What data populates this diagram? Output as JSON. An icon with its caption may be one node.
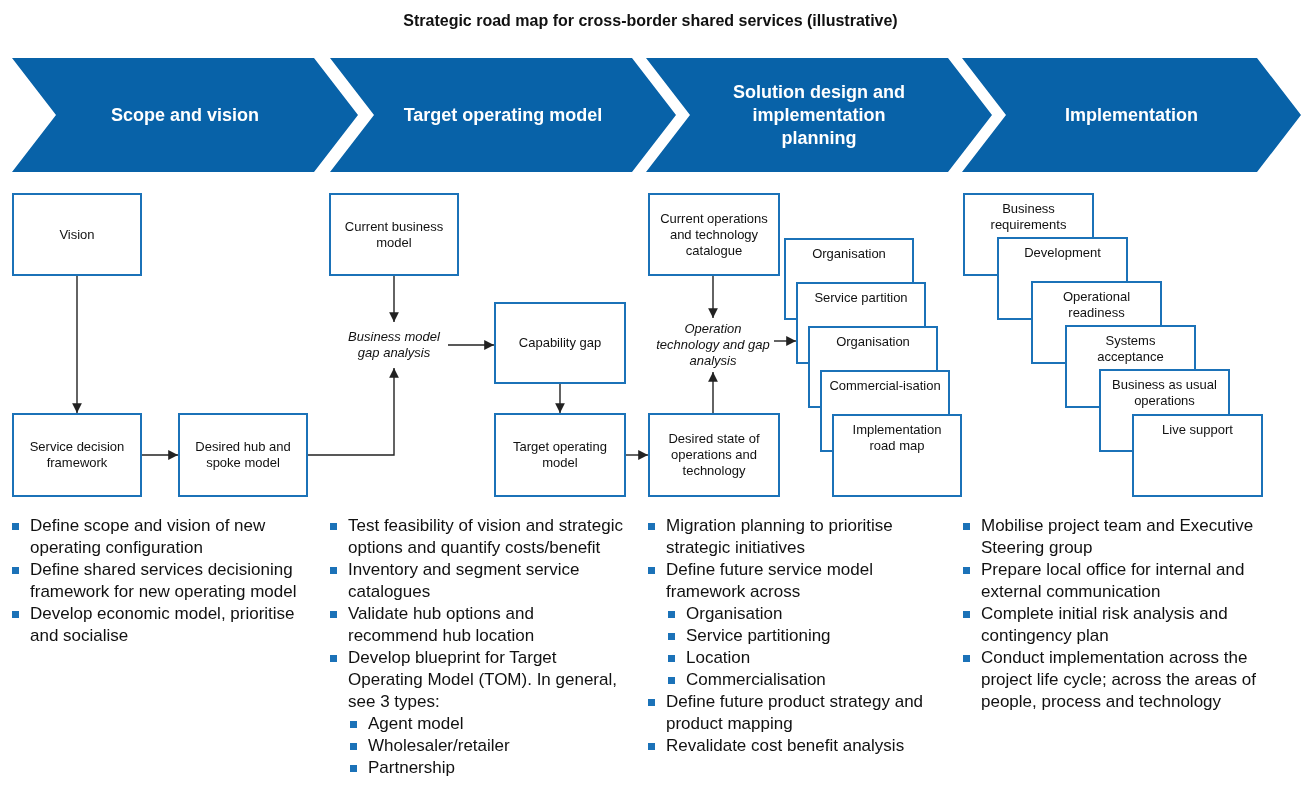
{
  "diagram": {
    "title": "Strategic road map for cross-border shared services (illustrative)",
    "nodes": [
      {
        "text": [
          "Scope and vision"
        ]
      },
      {
        "text": [
          "Target operating model"
        ]
      },
      {
        "text": [
          "Solution design and implementation planning"
        ]
      },
      {
        "text": [
          "Implementation"
        ]
      },
      {
        "text": [
          "Vision"
        ]
      },
      {
        "text": [
          "Service decision framework"
        ]
      },
      {
        "text": [
          "Desired hub and spoke model"
        ]
      },
      {
        "text": [
          "Current business model"
        ]
      },
      {
        "text": [
          "Business model gap analysis"
        ]
      },
      {
        "text": [
          "Capability gap"
        ]
      },
      {
        "text": [
          "Target operating model"
        ]
      },
      {
        "text": [
          "Current operations and technology catalogue"
        ]
      },
      {
        "text": [
          "Operation technology and gap analysis"
        ]
      },
      {
        "text": [
          "Desired state of operations and technology"
        ]
      },
      {
        "text": [
          "Organisation"
        ]
      },
      {
        "text": [
          "Service partition"
        ]
      },
      {
        "text": [
          "Organisation"
        ]
      },
      {
        "text": [
          "Commercial-isation"
        ]
      },
      {
        "text": [
          "Implementation road map"
        ]
      },
      {
        "text": [
          "Business requirements"
        ]
      },
      {
        "text": [
          "Development"
        ]
      },
      {
        "text": [
          "Operational readiness"
        ]
      },
      {
        "text": [
          "Systems acceptance"
        ]
      },
      {
        "text": [
          "Business as usual operations"
        ]
      },
      {
        "text": [
          "Live support"
        ]
      }
    ],
    "edges": [
      {
        "from": 4,
        "to": 5,
        "arrow": "to"
      },
      {
        "from": 5,
        "to": 6,
        "arrow": "to"
      },
      {
        "from": 6,
        "to": 8,
        "arrow": "to"
      },
      {
        "from": 7,
        "to": 8,
        "arrow": "to"
      },
      {
        "from": 8,
        "to": 9,
        "arrow": "to"
      },
      {
        "from": 9,
        "to": 10,
        "arrow": "to"
      },
      {
        "from": 10,
        "to": 13,
        "arrow": "to"
      },
      {
        "from": 11,
        "to": 12,
        "arrow": "to"
      },
      {
        "from": 13,
        "to": 12,
        "arrow": "to"
      },
      {
        "from": 12,
        "to": 15,
        "arrow": "to"
      }
    ],
    "labels": [
      "Define scope and vision of new operating configuration",
      "Define shared services decisioning framework for new operating model",
      "Develop economic model, prioritise and socialise",
      "Test feasibility of vision and strategic options and quantify costs/benefit",
      "Inventory and segment service catalogues",
      "Validate hub options and recommend hub location",
      "Develop blueprint for Target Operating Model (TOM). In general, see 3 types:",
      "Agent model",
      "Wholesaler/retailer",
      "Partnership",
      "Migration planning to prioritise strategic initiatives",
      "Define future service model framework across",
      "Organisation",
      "Service partitioning",
      "Location",
      "Commercialisation",
      "Define future product strategy and product mapping",
      "Revalidate cost benefit analysis",
      "Mobilise project team and Executive Steering group",
      "Prepare local office for internal and external communication",
      "Complete initial risk analysis and contingency plan",
      "Conduct implementation across the project life cycle; across the areas of people, process and technology"
    ]
  }
}
